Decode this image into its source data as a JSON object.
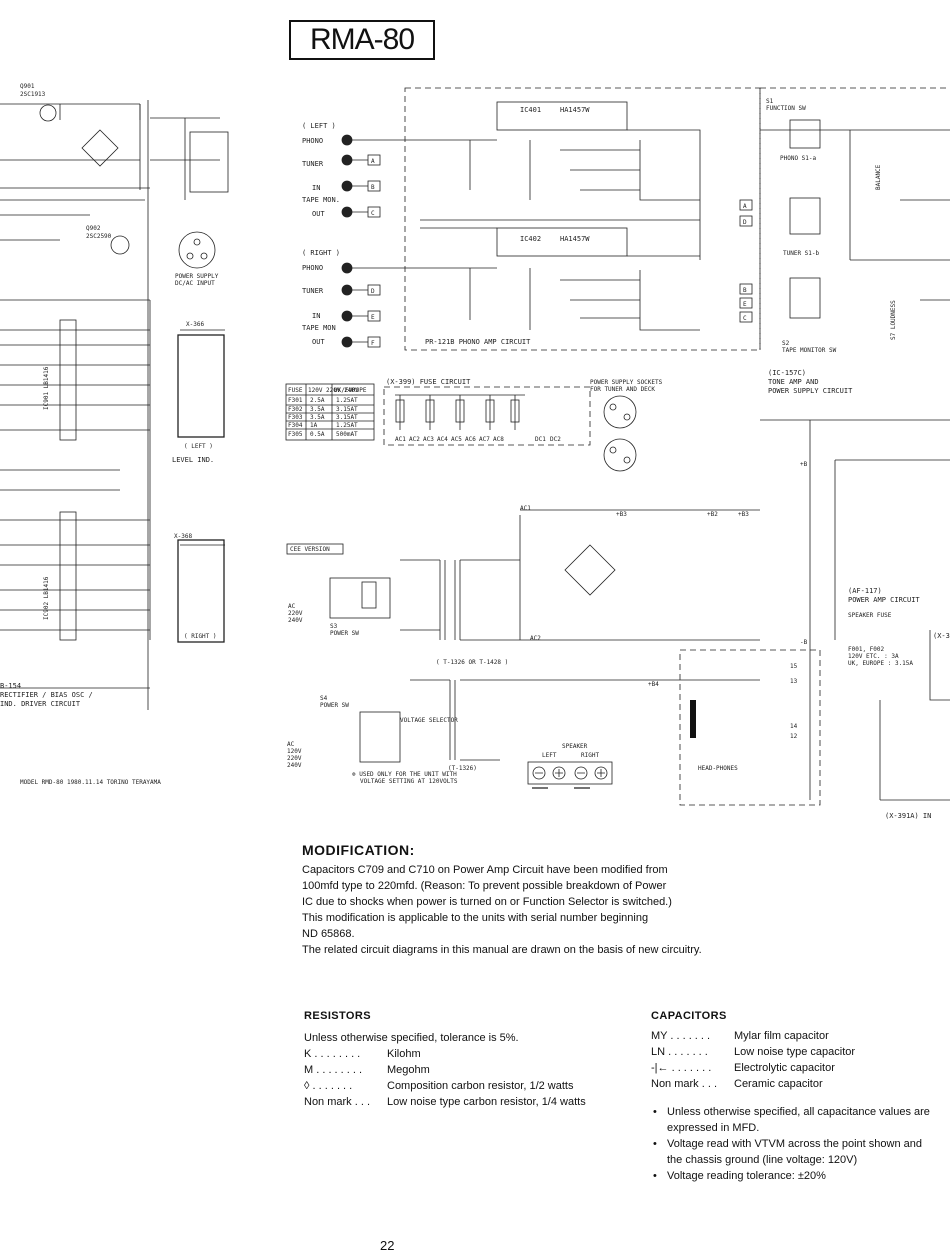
{
  "header": {
    "model_title": "RMA-80"
  },
  "schematic": {
    "left_panel": {
      "q901": "Q901",
      "q901_type": "2SC1913",
      "q902": "Q902",
      "q902_type": "2SC2590",
      "power_supply_label": "POWER SUPPLY",
      "power_supply_sub": "DC/AC INPUT",
      "x366": "X-366",
      "level_ind_left": "( LEFT )",
      "level_ind": "LEVEL IND.",
      "x368": "X-368",
      "right": "( RIGHT )",
      "ic901": "IC901  LB1416",
      "ic902": "IC902  LB1416",
      "block_code": "B-154",
      "block_title1": "RECTIFIER / BIAS OSC /",
      "block_title2": "IND. DRIVER CIRCUIT",
      "model_line": "MODEL  RMD-80    1980.11.14  TORINO TERAYAMA"
    },
    "inputs": {
      "left": "( LEFT )",
      "phono": "PHONO",
      "tuner": "TUNER",
      "in": "IN",
      "tape_mon": "TAPE MON.",
      "out": "OUT",
      "right": "( RIGHT )",
      "phono_r": "PHONO",
      "tuner_r": "TUNER",
      "in_r": "IN",
      "tape_mon_r": "TAPE MON",
      "out_r": "OUT",
      "tags": [
        "A",
        "B",
        "C",
        "D",
        "E",
        "F"
      ]
    },
    "phono_amp": {
      "ic401": "IC401",
      "ic401_type": "HA1457W",
      "ic402": "IC402",
      "ic402_type": "HA1457W",
      "label": "PR-121B  PHONO AMP CIRCUIT"
    },
    "fuse": {
      "label": "(X-399) FUSE CIRCUIT",
      "table_head": [
        "FUSE",
        "120V 220V 240V",
        "UK/EUROPE"
      ],
      "rows": [
        [
          "F301",
          "2.5A",
          "1.25AT"
        ],
        [
          "F302",
          "3.5A",
          "3.15AT"
        ],
        [
          "F303",
          "3.5A",
          "3.15AT"
        ],
        [
          "F304",
          "1A",
          "1.25AT"
        ],
        [
          "F305",
          "0.5A",
          "500mAT"
        ]
      ],
      "ac_tags": [
        "AC1",
        "AC2",
        "AC3",
        "AC4",
        "AC5",
        "AC6",
        "AC7",
        "AC8",
        "DC1",
        "DC2"
      ],
      "sockets1": "POWER SUPPLY SOCKETS",
      "sockets2": "FOR TUNER AND DECK"
    },
    "power": {
      "cee": "CEE VERSION",
      "ac_lines": [
        "AC",
        "220V",
        "240V"
      ],
      "s3": "S3",
      "power_sw": "POWER SW",
      "s4": "S4",
      "power_sw2": "POWER SW",
      "voltage_selector": "VOLTAGE SELECTOR",
      "ac_lines2": [
        "AC",
        "120V",
        "220V",
        "240V"
      ],
      "t_note": "( T-1326 OR T-1428 )",
      "t_note2": "(T-1326)",
      "used_note1": "⊗ USED ONLY FOR THE UNIT WITH",
      "used_note2": "VOLTAGE SETTING AT 120VOLTS",
      "rails": [
        "AC1",
        "+B3",
        "+B2",
        "+B3",
        "AC2",
        "+B4",
        "+B",
        "-B"
      ]
    },
    "right_panel": {
      "s1": "S1",
      "function_sw": "FUNCTION SW",
      "phono_s1a": "PHONO  S1-a",
      "tuner_s1b": "TUNER  S1-b",
      "balance": "BALANCE",
      "s2": "S2",
      "tape_monitor_sw": "TAPE MONITOR SW",
      "s7_loudness": "S7 LOUDNESS",
      "ic157c": "(IC-157C)",
      "tone_amp1": "TONE AMP AND",
      "tone_amp2": "POWER SUPPLY CIRCUIT",
      "af117": "(AF-117)",
      "power_amp": "POWER AMP CIRCUIT",
      "speaker_fuse": "SPEAKER FUSE",
      "fuse_spec": [
        "F001, F002",
        "120V ETC. : 3A",
        "UK, EUROPE : 3.15A"
      ],
      "x391a": "(X-391A) IN",
      "speaker": "SPEAKER",
      "left": "LEFT",
      "right": "RIGHT",
      "head_phones": "HEAD-PHONES",
      "nodes": [
        "13",
        "14",
        "15",
        "12"
      ],
      "x3": "(X-3"
    }
  },
  "modification": {
    "heading": "MODIFICATION:",
    "lines": [
      "Capacitors C709 and C710 on Power Amp Circuit have been modified from",
      "100mfd type to 220mfd. (Reason: To prevent possible breakdown of Power",
      "IC due to shocks when power is turned on or Function Selector is switched.)",
      "This modification is applicable to the units with serial number beginning",
      "ND 65868.",
      "The related circuit diagrams in this manual are drawn on the basis of new circuitry."
    ]
  },
  "resistors": {
    "heading": "RESISTORS",
    "intro": "Unless otherwise specified, tolerance is 5%.",
    "rows": [
      {
        "key": "K . . . . . . . .",
        "desc": "Kilohm"
      },
      {
        "key": "M . . . . . . . .",
        "desc": "Megohm"
      },
      {
        "key": "◊ . . . . . . .",
        "desc": "Composition carbon resistor, 1/2 watts"
      },
      {
        "key": "Non mark . . .",
        "desc": "Low noise type carbon resistor, 1/4 watts"
      }
    ]
  },
  "capacitors": {
    "heading": "CAPACITORS",
    "rows": [
      {
        "key": "MY . . . . . . .",
        "desc": "Mylar film capacitor"
      },
      {
        "key": "LN . . . . . . .",
        "desc": "Low noise type capacitor"
      },
      {
        "key": "-|← . . . . . . .",
        "desc": "Electrolytic capacitor"
      },
      {
        "key": "Non mark . . .",
        "desc": "Ceramic capacitor"
      }
    ],
    "notes": [
      "Unless otherwise specified, all capacitance values are",
      "expressed in MFD.",
      "Voltage read with VTVM across the point shown and",
      "the chassis ground (line voltage: 120V)",
      "Voltage reading tolerance: ±20%"
    ]
  },
  "page_number": "22"
}
